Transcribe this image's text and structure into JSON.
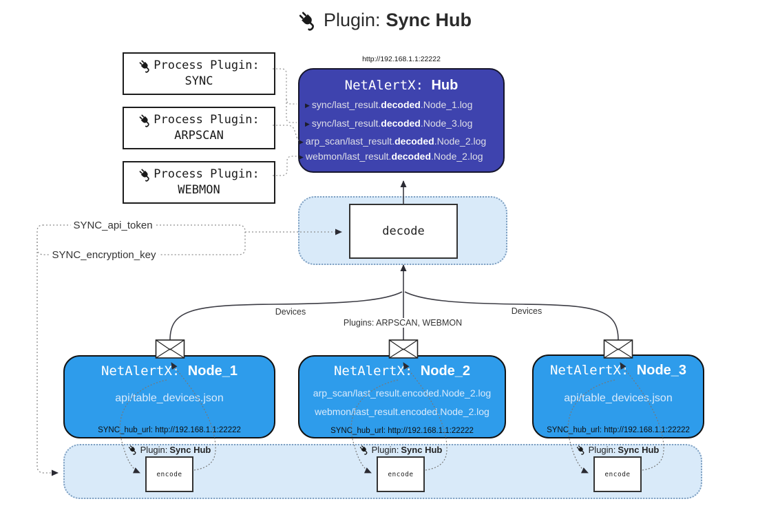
{
  "title": {
    "prefix": "Plugin:",
    "name": "Sync Hub"
  },
  "process_plugins": [
    {
      "label": "Process Plugin:",
      "name": "SYNC"
    },
    {
      "label": "Process Plugin:",
      "name": "ARPSCAN"
    },
    {
      "label": "Process Plugin:",
      "name": "WEBMON"
    }
  ],
  "hub": {
    "url": "http://192.168.1.1:22222",
    "name_prefix": "NetAlertX: ",
    "name": "Hub",
    "logs": [
      {
        "pre": "sync/last_result.",
        "bold": "decoded",
        "post": ".Node_1.log"
      },
      {
        "pre": "sync/last_result.",
        "bold": "decoded",
        "post": ".Node_3.log"
      },
      {
        "pre": "arp_scan/last_result.",
        "bold": "decoded",
        "post": ".Node_2.log"
      },
      {
        "pre": "webmon/last_result.",
        "bold": "decoded",
        "post": ".Node_2.log"
      }
    ]
  },
  "decode": {
    "label": "decode"
  },
  "keys": {
    "api_token": "SYNC_api_token",
    "encryption_key": "SYNC_encryption_key"
  },
  "edge_labels": {
    "devices_left": "Devices",
    "plugins_middle": "Plugins: ARPSCAN, WEBMON",
    "devices_right": "Devices"
  },
  "nodes": [
    {
      "name_prefix": "NetAlertX: ",
      "name": "Node_1",
      "files": [
        "api/table_devices.json"
      ],
      "hub_url": "SYNC_hub_url: http://192.168.1.1:22222"
    },
    {
      "name_prefix": "NetAlertX: ",
      "name": "Node_2",
      "files": [
        "arp_scan/last_result.encoded.Node_2.log",
        "webmon/last_result.encoded.Node_2.log"
      ],
      "hub_url": "SYNC_hub_url: http://192.168.1.1:22222"
    },
    {
      "name_prefix": "NetAlertX: ",
      "name": "Node_3",
      "files": [
        "api/table_devices.json"
      ],
      "hub_url": "SYNC_hub_url: http://192.168.1.1:22222"
    }
  ],
  "encode_strip": {
    "plugin_prefix": "Plugin:",
    "plugin_name": "Sync Hub",
    "encode_label": "encode"
  },
  "colors": {
    "hub_bg": "#3e43ae",
    "node_bg": "#2e9ceb",
    "panel_bg": "#d9eaf9",
    "panel_border": "#7d9ec0",
    "solid_line": "#3c3c44",
    "dotted_line": "#949494",
    "light_text": "#dfdfe8",
    "dark_text": "#222222"
  }
}
